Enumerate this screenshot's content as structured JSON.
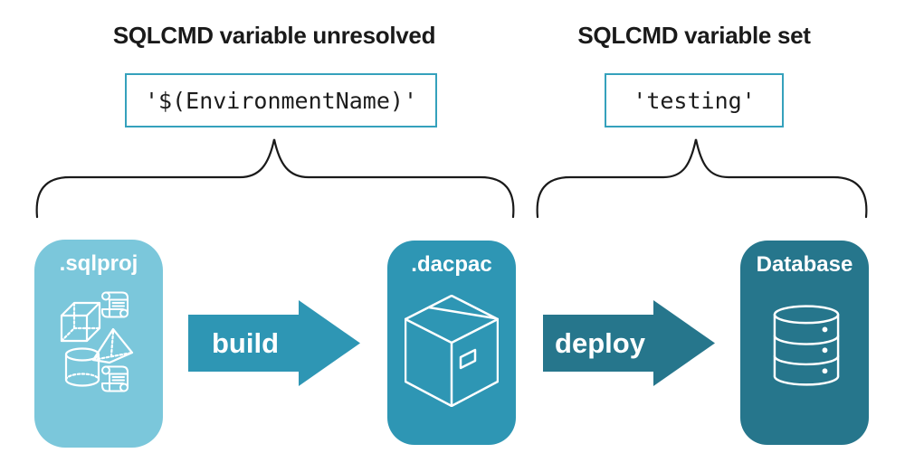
{
  "annotations": {
    "unresolved": {
      "heading": "SQLCMD variable unresolved",
      "code": "'$(EnvironmentName)'"
    },
    "set": {
      "heading": "SQLCMD variable set",
      "code": "'testing'"
    }
  },
  "pipeline": {
    "sqlproj": {
      "label": ".sqlproj",
      "icon": "sql-objects-icon"
    },
    "build": {
      "label": "build"
    },
    "dacpac": {
      "label": ".dacpac",
      "icon": "package-box-icon"
    },
    "deploy": {
      "label": "deploy"
    },
    "database": {
      "label": "Database",
      "icon": "database-cylinder-icon"
    }
  },
  "colors": {
    "sqlproj_light_blue": "#7bc7db",
    "dacpac_teal": "#2e96b4",
    "database_dark_teal": "#26768c",
    "codebox_border_teal": "#35a1bc",
    "text_black": "#1a1a1a",
    "icon_white": "#ffffff"
  }
}
